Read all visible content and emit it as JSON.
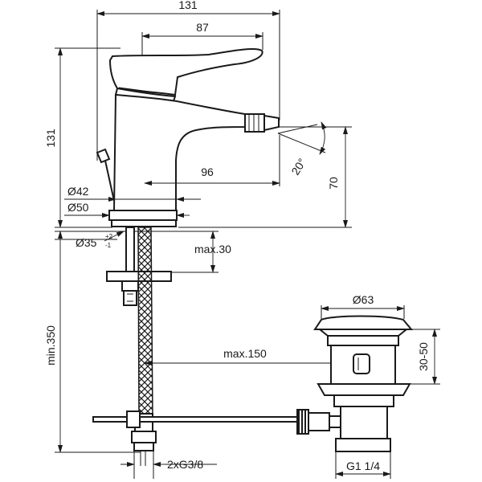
{
  "dimensions": {
    "width_overall": "131",
    "spout_reach_top": "87",
    "height_overall": "131",
    "spout_reach": "96",
    "base_diameter_42": "Ø42",
    "base_diameter_50": "Ø50",
    "hole_diameter": "Ø35",
    "hole_tol_plus": "+2",
    "hole_tol_minus": "-1",
    "deck_thickness": "max.30",
    "hose_length": "min.350",
    "waste_reach": "max.150",
    "waste_diameter": "Ø63",
    "waste_range": "30-50",
    "spout_height": "70",
    "swivel_angle": "20°",
    "hose_connection": "2xG3/8",
    "waste_thread": "G1 1/4"
  },
  "colors": {
    "line": "#1a1a1a",
    "background": "#ffffff"
  }
}
